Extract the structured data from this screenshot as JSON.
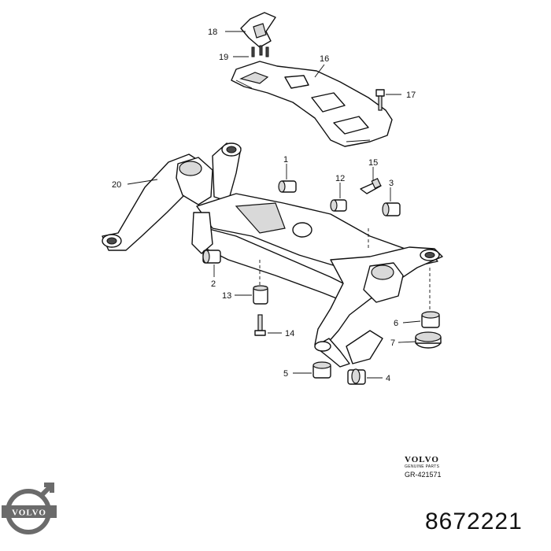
{
  "callouts": [
    {
      "id": "1",
      "label": "1"
    },
    {
      "id": "2",
      "label": "2"
    },
    {
      "id": "3",
      "label": "3"
    },
    {
      "id": "4",
      "label": "4"
    },
    {
      "id": "5",
      "label": "5"
    },
    {
      "id": "6",
      "label": "6"
    },
    {
      "id": "7",
      "label": "7"
    },
    {
      "id": "12",
      "label": "12"
    },
    {
      "id": "13",
      "label": "13"
    },
    {
      "id": "14",
      "label": "14"
    },
    {
      "id": "15",
      "label": "15"
    },
    {
      "id": "16",
      "label": "16"
    },
    {
      "id": "17",
      "label": "17"
    },
    {
      "id": "18",
      "label": "18"
    },
    {
      "id": "19",
      "label": "19"
    },
    {
      "id": "20",
      "label": "20"
    }
  ],
  "brand": {
    "mark": "VOLVO",
    "subtitle": "GENUINE PARTS",
    "drawing_ref": "GR-421571"
  },
  "logo": {
    "text": "VOLVO",
    "color": "#6b6b6b"
  },
  "part_number": "8672221"
}
